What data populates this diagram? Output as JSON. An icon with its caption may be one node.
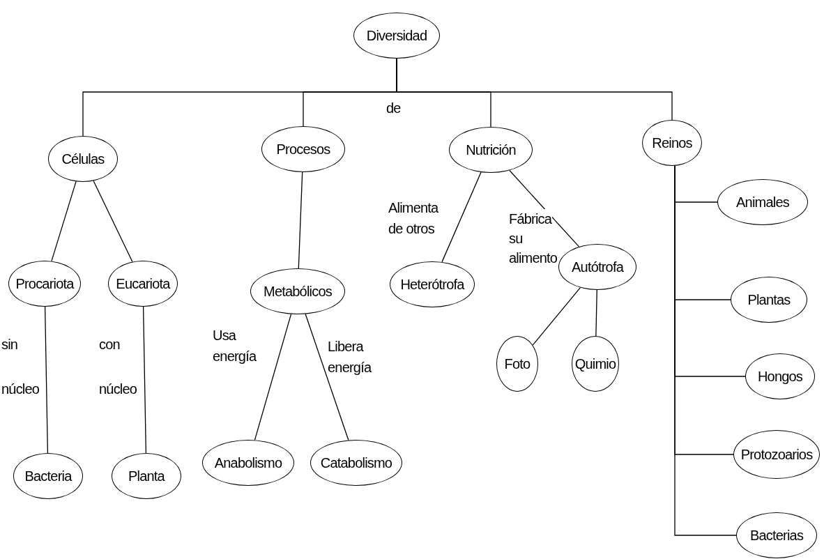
{
  "diagram": {
    "nodes": [
      {
        "text": [
          "Diversidad"
        ]
      },
      {
        "text": [
          "Células"
        ]
      },
      {
        "text": [
          "Procesos"
        ]
      },
      {
        "text": [
          "Nutrición"
        ]
      },
      {
        "text": [
          "Reinos"
        ]
      },
      {
        "text": [
          "Procariota"
        ]
      },
      {
        "text": [
          "Eucariota"
        ]
      },
      {
        "text": [
          "Metabólicos"
        ]
      },
      {
        "text": [
          "Heterótrofa"
        ]
      },
      {
        "text": [
          "Autótrofa"
        ]
      },
      {
        "text": [
          "Animales"
        ]
      },
      {
        "text": [
          "Plantas"
        ]
      },
      {
        "text": [
          "Hongos"
        ]
      },
      {
        "text": [
          "Protozoarios"
        ]
      },
      {
        "text": [
          "Bacterias"
        ]
      },
      {
        "text": [
          "Bacteria"
        ]
      },
      {
        "text": [
          "Planta"
        ]
      },
      {
        "text": [
          "Anabolismo"
        ]
      },
      {
        "text": [
          "Catabolismo"
        ]
      },
      {
        "text": [
          "Foto"
        ]
      },
      {
        "text": [
          "Quimio"
        ]
      }
    ],
    "edges": [
      {
        "from": 0,
        "to": 1,
        "arrow": "none",
        "label": "de"
      },
      {
        "from": 0,
        "to": 2,
        "arrow": "none"
      },
      {
        "from": 0,
        "to": 3,
        "arrow": "none"
      },
      {
        "from": 0,
        "to": 4,
        "arrow": "none"
      },
      {
        "from": 1,
        "to": 5,
        "arrow": "none"
      },
      {
        "from": 1,
        "to": 6,
        "arrow": "none"
      },
      {
        "from": 5,
        "to": 15,
        "arrow": "none",
        "label": "sin núcleo"
      },
      {
        "from": 6,
        "to": 16,
        "arrow": "none",
        "label": "con núcleo"
      },
      {
        "from": 2,
        "to": 7,
        "arrow": "none"
      },
      {
        "from": 7,
        "to": 17,
        "arrow": "none",
        "label": "Usa energía"
      },
      {
        "from": 7,
        "to": 18,
        "arrow": "none",
        "label": "Libera energía"
      },
      {
        "from": 3,
        "to": 8,
        "arrow": "none",
        "label": "Alimenta de otros"
      },
      {
        "from": 3,
        "to": 9,
        "arrow": "none",
        "label": "Fábrica su alimento"
      },
      {
        "from": 9,
        "to": 19,
        "arrow": "none"
      },
      {
        "from": 9,
        "to": 20,
        "arrow": "none"
      },
      {
        "from": 4,
        "to": 10,
        "arrow": "none"
      },
      {
        "from": 4,
        "to": 11,
        "arrow": "none"
      },
      {
        "from": 4,
        "to": 12,
        "arrow": "none"
      },
      {
        "from": 4,
        "to": 13,
        "arrow": "none"
      },
      {
        "from": 4,
        "to": 14,
        "arrow": "none"
      }
    ]
  }
}
